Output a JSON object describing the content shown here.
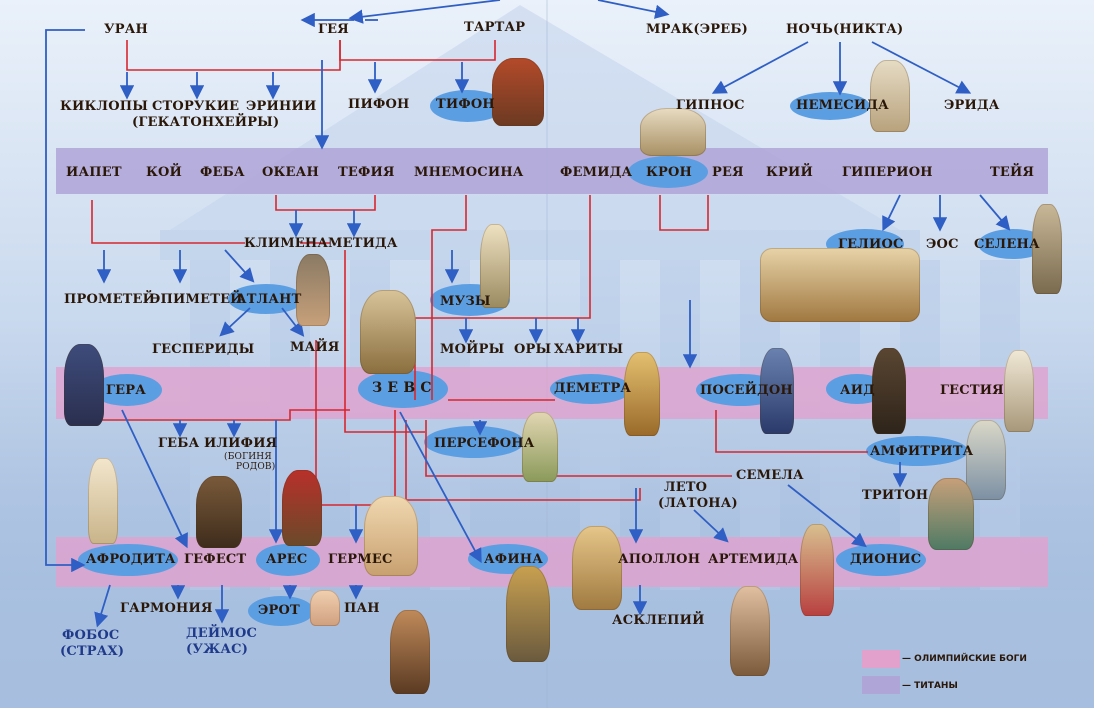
{
  "labels": {
    "uran": "УРАН",
    "geya": "ГЕЯ",
    "tartar": "ТАРТАР",
    "mrak": "МРАК(ЭРЕБ)",
    "noch": "НОЧЬ(НИКТА)",
    "kiklopy": "КИКЛОПЫ",
    "storukie": "СТОРУКИЕ",
    "gekatonheiry": "(ГЕКАТОНХЕЙРЫ)",
    "erinii": "ЭРИНИИ",
    "pifon": "ПИФОН",
    "tifon": "ТИФОН",
    "gipnos": "ГИПНОС",
    "nemesida": "НЕМЕСИДА",
    "erida": "ЭРИДА",
    "iapet": "ИАПЕТ",
    "koi": "КОЙ",
    "feba": "ФЕБА",
    "okean": "ОКЕАН",
    "tefiya": "ТЕФИЯ",
    "mnemosina": "МНЕМОСИНА",
    "femida": "ФЕМИДА",
    "kron": "КРОН",
    "reya": "РЕЯ",
    "kriy": "КРИЙ",
    "giperion": "ГИПЕРИОН",
    "teiya": "ТЕЙЯ",
    "klimena": "КЛИМЕНА",
    "metida": "МЕТИДА",
    "gelios": "ГЕЛИОС",
    "eos": "ЭОС",
    "selena": "СЕЛЕНА",
    "prometei": "ПРОМЕТЕЙ",
    "epimetei": "ЭПИМЕТЕЙ",
    "atlant": "АТЛАНТ",
    "muzy": "МУЗЫ",
    "gesperidy": "ГЕСПЕРИДЫ",
    "maiya": "МАЙЯ",
    "moiry": "МОЙРЫ",
    "ory": "ОРЫ",
    "harity": "ХАРИТЫ",
    "gera": "ГЕРА",
    "zevs": "З Е В С",
    "demetra": "ДЕМЕТРА",
    "poseidon": "ПОСЕЙДОН",
    "aid": "АИД",
    "gestiya": "ГЕСТИЯ",
    "geba": "ГЕБА",
    "ilifiya": "ИЛИФИЯ",
    "boginya_rodov_1": "(БОГИНЯ",
    "boginya_rodov_2": "РОДОВ)",
    "persefona": "ПЕРСЕФОНА",
    "amfitrita": "АМФИТРИТА",
    "semela": "СЕМЕЛА",
    "leto": "ЛЕТО",
    "latona": "(ЛАТОНА)",
    "triton": "ТРИТОН",
    "afrodita": "АФРОДИТА",
    "gefest": "ГЕФЕСТ",
    "ares": "АРЕС",
    "germes": "ГЕРМЕС",
    "afina": "АФИНА",
    "apollon": "АПОЛЛОН",
    "artemida": "АРТЕМИДА",
    "dionis": "ДИОНИС",
    "garmoniya": "ГАРМОНИЯ",
    "erot": "ЭРОТ",
    "pan": "ПАН",
    "fobos": "ФОБОС",
    "strah": "(СТРАХ)",
    "deimos": "ДЕЙМОС",
    "uzhas": "(УЖАС)",
    "asklepiy": "АСКЛЕПИЙ"
  },
  "legend": {
    "olympians": "— ОЛИМПИЙСКИЕ БОГИ",
    "titans": "— ТИТАНЫ"
  },
  "colors": {
    "olympian_band": "#e2a0cd",
    "titan_band": "#afa5d7",
    "blue_line": "#2f5fc4",
    "red_line": "#d7262e",
    "oval": "#5c9ee2"
  }
}
